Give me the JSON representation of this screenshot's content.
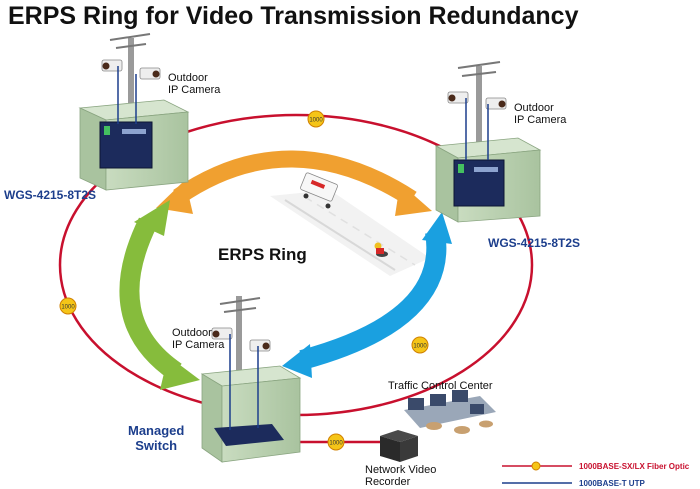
{
  "title": "ERPS Ring for Video Transmission Redundancy",
  "ring_label": "ERPS Ring",
  "badge_text": "1000",
  "nodes": {
    "left": {
      "model": "WGS-4215-8T2S",
      "camera_line1": "Outdoor",
      "camera_line2": "IP Camera"
    },
    "right": {
      "model": "WGS-4215-8T2S",
      "camera_line1": "Outdoor",
      "camera_line2": "IP Camera"
    },
    "bottom": {
      "model_line1": "Managed",
      "model_line2": "Switch",
      "camera_line1": "Outdoor",
      "camera_line2": "IP Camera"
    }
  },
  "traffic_control": "Traffic Control Center",
  "nvr_line1": "Network Video",
  "nvr_line2": "Recorder",
  "legend": {
    "fiber": "1000BASE-SX/LX Fiber Optic",
    "utp": "1000BASE-T UTP",
    "fiber_color": "#c8102e",
    "utp_color": "#1c3e8c"
  },
  "colors": {
    "ring": "#c8102e",
    "arrow_orange": "#f0a030",
    "arrow_green": "#86bc3c",
    "arrow_blue": "#1aa0e0",
    "cabinet": "#bfd6b6",
    "switch": "#1c2b5c"
  }
}
